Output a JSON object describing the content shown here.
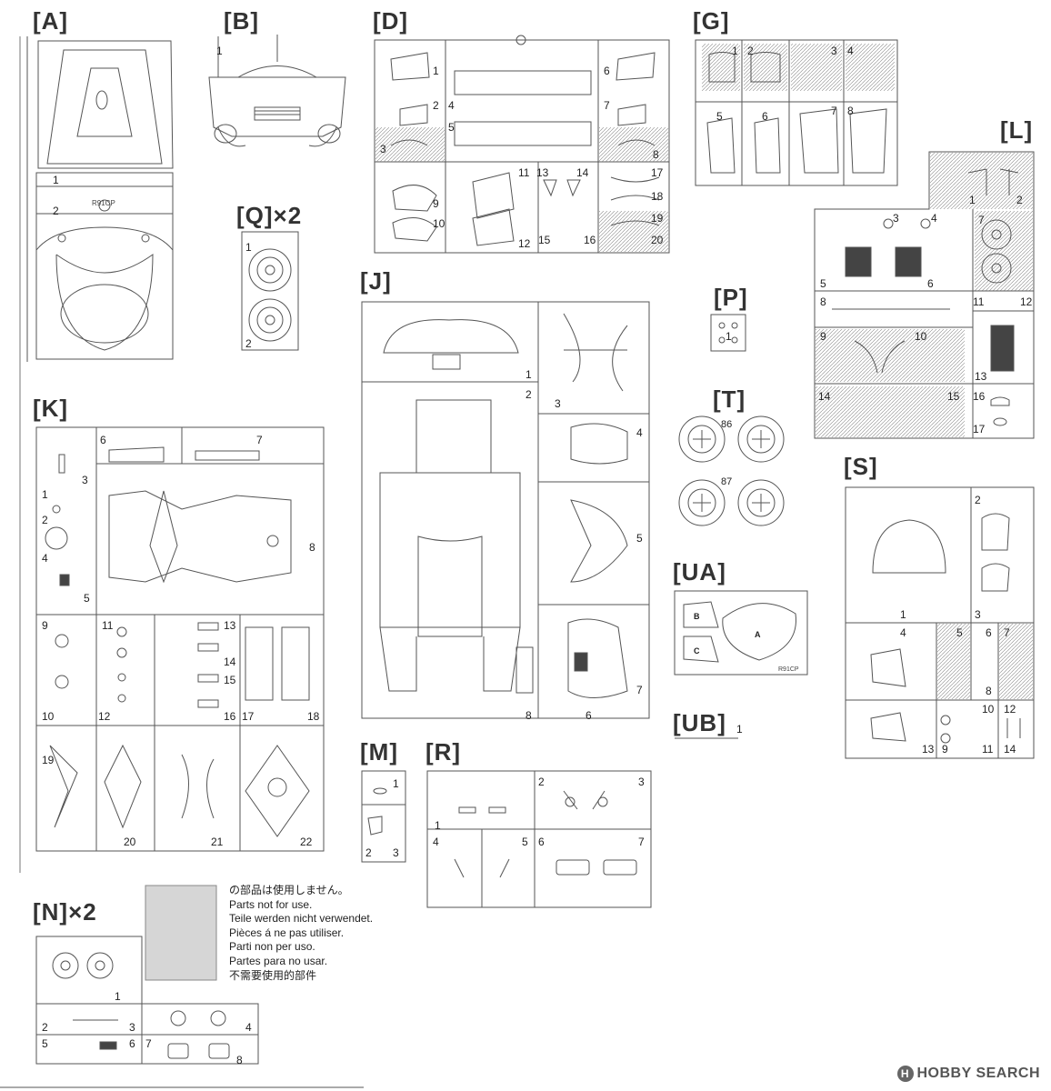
{
  "sprues": {
    "A": "[A]",
    "B": "[B]",
    "D": "[D]",
    "G": "[G]",
    "L": "[L]",
    "Q": "[Q]×2",
    "P": "[P]",
    "T": "[T]",
    "UA": "[UA]",
    "UB": "[UB]",
    "J": "[J]",
    "K": "[K]",
    "S": "[S]",
    "M": "[M]",
    "R": "[R]",
    "N": "[N]×2"
  },
  "a_model_code": "R91CP",
  "ua_tag": "R91CP",
  "t_codes": [
    "86",
    "87"
  ],
  "ua_markers": [
    "B",
    "A",
    "C"
  ],
  "notice": {
    "lines": [
      "の部品は使用しません。",
      "Parts not for use.",
      "Teile werden nicht verwendet.",
      "Pièces á ne pas utiliser.",
      "Parti non per uso.",
      "Partes para no usar.",
      "不需要使用的部件"
    ],
    "swatch_color": "#d6d6d6"
  },
  "watermark": {
    "icon": "H",
    "text": "HOBBY SEARCH"
  },
  "part_numbers": {
    "A": [
      "1",
      "2"
    ],
    "B": [
      "1"
    ],
    "Q": [
      "1",
      "2"
    ],
    "D": [
      "1",
      "2",
      "3",
      "4",
      "5",
      "6",
      "7",
      "8",
      "9",
      "10",
      "11",
      "12",
      "13",
      "14",
      "15",
      "16",
      "17",
      "18",
      "19",
      "20"
    ],
    "G": [
      "1",
      "2",
      "3",
      "4",
      "5",
      "6",
      "7",
      "8"
    ],
    "L": [
      "1",
      "2",
      "3",
      "4",
      "5",
      "6",
      "7",
      "8",
      "9",
      "10",
      "11",
      "12",
      "13",
      "14",
      "15",
      "16",
      "17"
    ],
    "P": [
      "1"
    ],
    "UB": [
      "1"
    ],
    "J": [
      "1",
      "2",
      "3",
      "4",
      "5",
      "6",
      "7",
      "8"
    ],
    "K": [
      "1",
      "2",
      "3",
      "4",
      "5",
      "6",
      "7",
      "8",
      "9",
      "10",
      "11",
      "12",
      "13",
      "14",
      "15",
      "16",
      "17",
      "18",
      "19",
      "20",
      "21",
      "22"
    ],
    "S": [
      "1",
      "2",
      "3",
      "4",
      "5",
      "6",
      "7",
      "8",
      "9",
      "10",
      "11",
      "12",
      "13",
      "14"
    ],
    "M": [
      "1",
      "2",
      "3"
    ],
    "R": [
      "1",
      "2",
      "3",
      "4",
      "5",
      "6",
      "7"
    ],
    "N": [
      "1",
      "2",
      "3",
      "4",
      "5",
      "6",
      "7",
      "8"
    ]
  }
}
